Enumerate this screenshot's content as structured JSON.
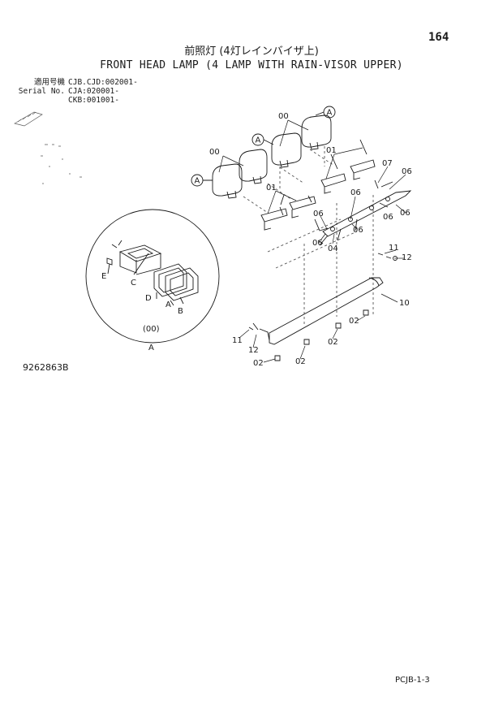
{
  "page": {
    "number": "164",
    "footer_code": "PCJB-1-3",
    "figure_number": "9262863B"
  },
  "title": {
    "japanese": "前照灯 (4灯レインバイザ上)",
    "english": "FRONT HEAD LAMP (4 LAMP WITH RAIN-VISOR UPPER)"
  },
  "serial": {
    "label_jp": "適用号機",
    "label_en": "Serial No.",
    "rows": [
      "CJB.CJD:002001-",
      "CJA:020001-",
      "CKB:001001-"
    ]
  },
  "callouts": {
    "lamps_a": "00",
    "lamps_b": "00",
    "bracket_a": "01",
    "bracket_b": "01",
    "cover": "A",
    "part_02": "02",
    "part_04": "04",
    "part_06": "06",
    "part_07": "07",
    "part_10": "10",
    "part_11": "11",
    "part_12": "12"
  },
  "detail": {
    "label": "(00)",
    "parts": [
      "A",
      "B",
      "C",
      "D",
      "E"
    ]
  }
}
